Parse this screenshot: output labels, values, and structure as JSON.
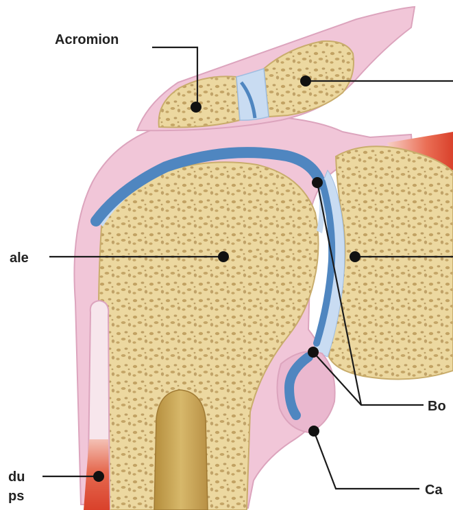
{
  "labels": {
    "acromion": "Acromion",
    "humeral_head": "ale",
    "labrum": "Bo",
    "capsule": "Ca",
    "biceps_line1": "du",
    "biceps_line2": "ps"
  },
  "colors": {
    "background": "#ffffff",
    "bone_fill": "#ecd8a0",
    "bone_pattern": "#b4904f",
    "bone_outline": "#c9ad6c",
    "cartilage_blue": "#4f86c0",
    "cartilage_light": "#c9dcf2",
    "soft_tissue_pink": "#f1c6d8",
    "soft_tissue_edge": "#dca4bd",
    "muscle_red": "#e0513b",
    "leader_lines": "#1a1a1a"
  }
}
